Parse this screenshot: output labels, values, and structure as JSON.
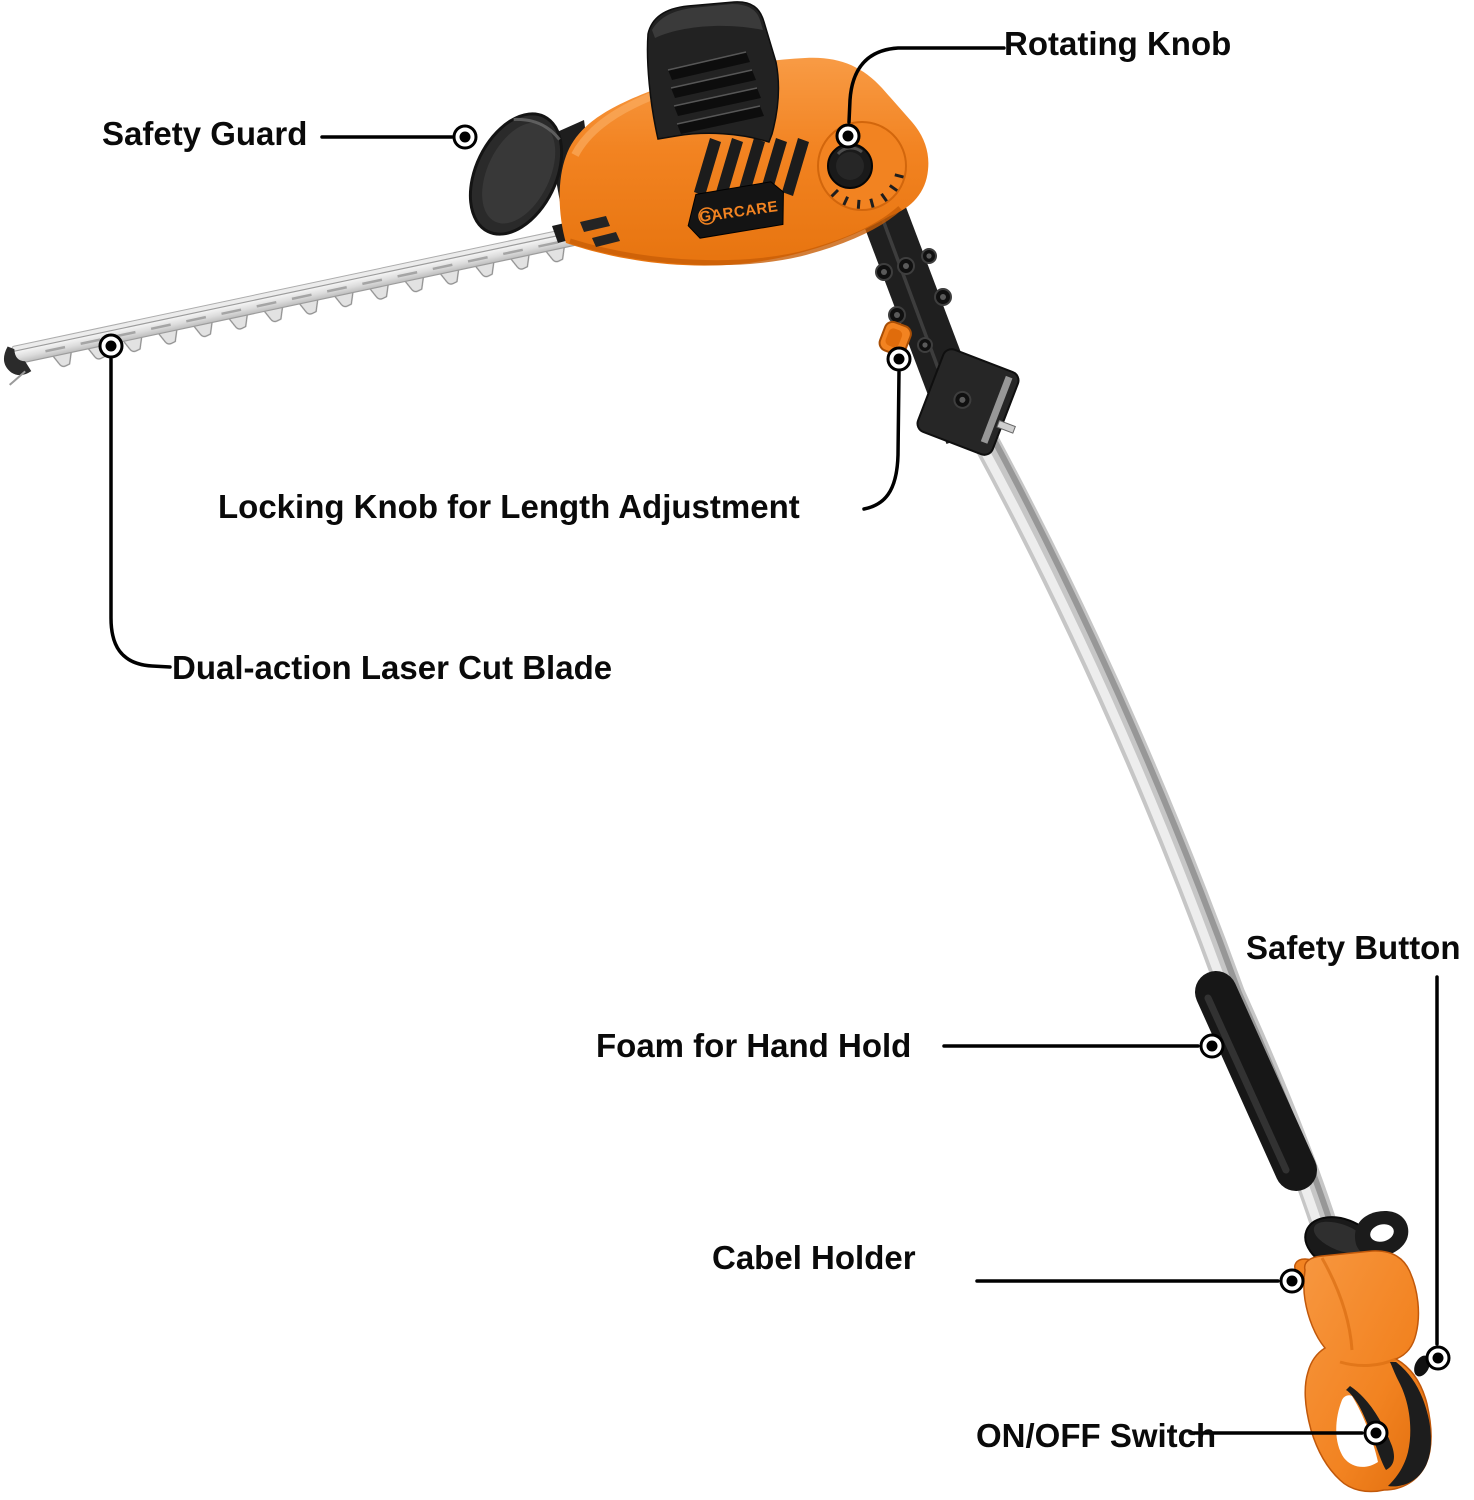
{
  "brand": {
    "logo_text": "GARCARE"
  },
  "callouts": {
    "rotating_knob": "Rotating Knob",
    "safety_guard": "Safety Guard",
    "locking_knob": "Locking Knob for Length Adjustment",
    "blade": "Dual-action Laser Cut Blade",
    "safety_button": "Safety Button",
    "foam_grip": "Foam for Hand Hold",
    "cable_holder": "Cabel Holder",
    "on_off_switch": "ON/OFF Switch"
  },
  "colors": {
    "accent_orange": "#F28321",
    "accent_orange_dark": "#D2660C",
    "device_black": "#1E1E1E",
    "pole_silver": "#C9C9C9",
    "label_text": "#0A0A0A",
    "callout_line": "#000000",
    "background": "#FFFFFF"
  }
}
